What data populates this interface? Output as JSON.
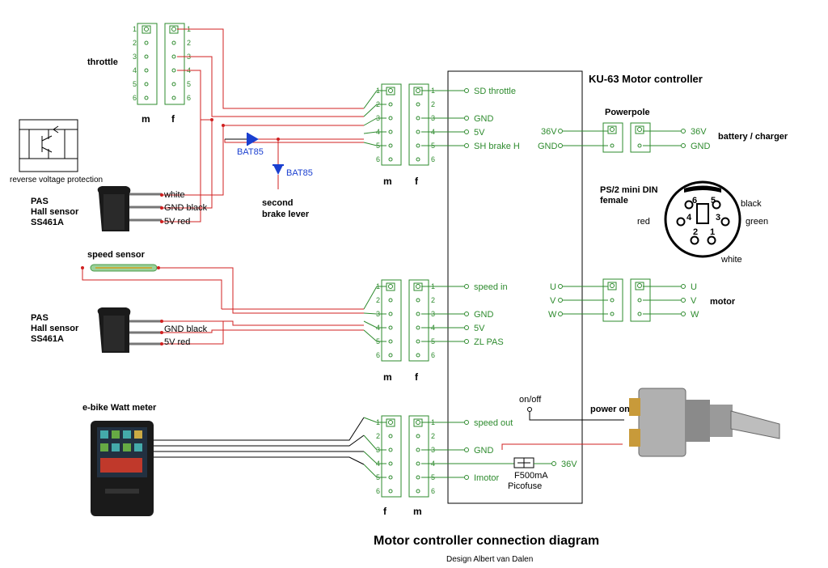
{
  "title": "Motor controller connection diagram",
  "credit": "Design Albert van Dalen",
  "controller_title": "KU-63 Motor controller",
  "throttle_label": "throttle",
  "pin_numbers": [
    "1",
    "2",
    "3",
    "4",
    "5",
    "6"
  ],
  "conn": {
    "m": "m",
    "f": "f"
  },
  "connector1_pins": [
    "SD throttle",
    "GND",
    "5V",
    "SH brake H"
  ],
  "connector2_pins": [
    "speed in",
    "GND",
    "5V",
    "ZL PAS"
  ],
  "connector3_pins": [
    "speed out",
    "GND",
    "",
    "Imotor"
  ],
  "diode_label": "BAT85",
  "second_brake": [
    "second",
    "brake lever"
  ],
  "reverse_voltage": "reverse voltage protection",
  "pas_label": [
    "PAS",
    "Hall sensor",
    "SS461A"
  ],
  "pas1_wires": [
    "white",
    "GND black",
    "5V red"
  ],
  "pas2_wires": [
    "GND black",
    "5V red"
  ],
  "speed_sensor": "speed sensor",
  "watt_meter": "e-bike Watt meter",
  "powerpole": "Powerpole",
  "battery_charger": "battery / charger",
  "power_pins": [
    "36V",
    "GND"
  ],
  "ps2": [
    "PS/2 mini DIN",
    "female"
  ],
  "ps2_colors": {
    "black": "black",
    "red": "red",
    "green": "green",
    "white": "white"
  },
  "ps2_pins": [
    "6",
    "5",
    "4",
    "3",
    "2",
    "1"
  ],
  "motor_phases": [
    "U",
    "V",
    "W"
  ],
  "motor": "motor",
  "fuse": [
    "F500mA",
    "Picofuse"
  ],
  "fuse_voltage": "36V",
  "on_off": "on/off",
  "power_on": "power on",
  "colors": {
    "wire_green": "#2e8b2e",
    "wire_red": "#d02020",
    "diode_blue": "#1a3fd0"
  }
}
